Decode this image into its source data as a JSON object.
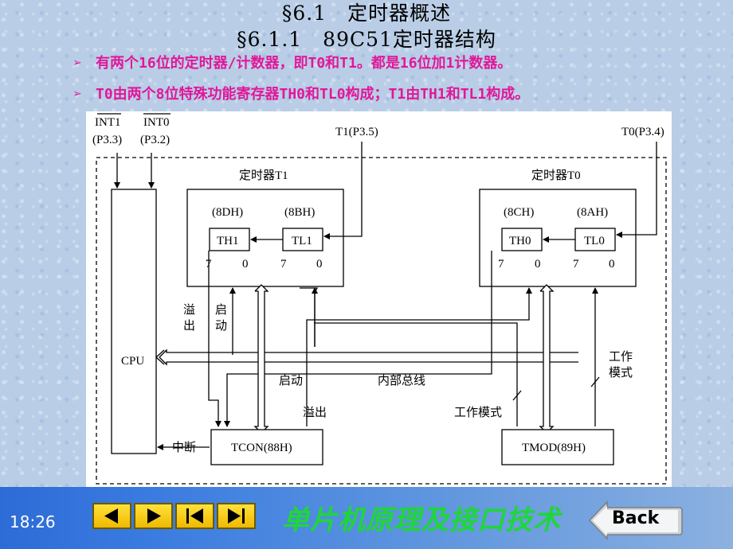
{
  "titles": {
    "line1": "§6.1　定时器概述",
    "line2": "§6.1.1　89C51定时器结构"
  },
  "bullets": [
    {
      "marker": "➢",
      "text": "有两个16位的定时器/计数器，即T0和T1。都是16位加1计数器。"
    },
    {
      "marker": "➢",
      "text": "T0由两个8位特殊功能寄存器TH0和TL0构成；T1由TH1和TL1构成。"
    }
  ],
  "diagram": {
    "int1": "INT1",
    "int1_pin": "(P3.3)",
    "int0": "INT0",
    "int0_pin": "(P3.2)",
    "t1_pin": "T1(P3.5)",
    "t0_pin": "T0(P3.4)",
    "cpu": "CPU",
    "timer1": {
      "title": "定时器T1",
      "th_addr": "(8DH)",
      "tl_addr": "(8BH)",
      "th": "TH1",
      "tl": "TL1",
      "bit_hi": "7",
      "bit_lo": "0"
    },
    "timer0": {
      "title": "定时器T0",
      "th_addr": "(8CH)",
      "tl_addr": "(8AH)",
      "th": "TH0",
      "tl": "TL0",
      "bit_hi": "7",
      "bit_lo": "0"
    },
    "overflow_v1": "溢",
    "overflow_v2": "出",
    "start_v1": "启",
    "start_v2": "动",
    "start": "启动",
    "internal_bus": "内部总线",
    "overflow": "溢出",
    "work_mode": "工作模式",
    "work_v1": "工作",
    "work_v2": "模式",
    "interrupt": "中断",
    "tcon": "TCON(88H)",
    "tmod": "TMOD(89H)"
  },
  "footer": {
    "clock": "18:26",
    "course_title": "单片机原理及接口技术",
    "back_label": "Back",
    "colors": {
      "nav_button": "#f5c800",
      "course_title": "#1fd63a",
      "bullet_text": "#e0189a"
    }
  }
}
